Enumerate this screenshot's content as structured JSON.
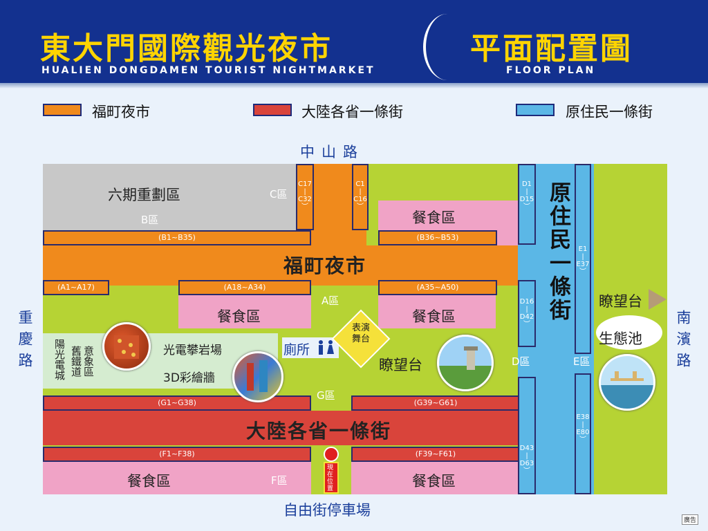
{
  "header": {
    "title_zh": "東大門國際觀光夜市",
    "title_en": "HUALIEN DONGDAMEN TOURIST NIGHTMARKET",
    "plan_zh": "平面配置圖",
    "plan_en": "FLOOR PLAN"
  },
  "legend": [
    {
      "label": "福町夜市",
      "color": "#f08a1c"
    },
    {
      "label": "大陸各省一條街",
      "color": "#d9443b"
    },
    {
      "label": "原住民一條街",
      "color": "#5bb7e6"
    }
  ],
  "colors": {
    "orange": "#f08a1c",
    "red": "#d9443b",
    "blue": "#5bb7e6",
    "green": "#b6d334",
    "pink": "#f0a3c6",
    "gray": "#c8c8c8",
    "header_bg": "#13318f",
    "title_yellow": "#ffd400"
  },
  "roads": {
    "north": "中山路",
    "south": "自由街停車場",
    "west": "重慶路",
    "east": "南濱路"
  },
  "zones": {
    "fuding_market": "福町夜市",
    "mainland_street": "大陸各省一條街",
    "aboriginal_street": "原住民一條街",
    "redevelopment": "六期重劃區",
    "a": "A區",
    "b": "B區",
    "c": "C區",
    "d": "D區",
    "e": "E區",
    "f": "F區",
    "g": "G區"
  },
  "stalls": {
    "b1": "(B1~B35)",
    "b2": "(B36~B53)",
    "a1": "(A1~A17)",
    "a2": "(A18~A34)",
    "a3": "(A35~A50)",
    "g1": "(G1~G38)",
    "g2": "(G39~G61)",
    "f1": "(F1~F38)",
    "f2": "(F39~F61)",
    "c1": [
      "C17",
      "C32"
    ],
    "c2": [
      "C1",
      "C16"
    ],
    "d1": [
      "D1",
      "D15"
    ],
    "d2": [
      "D16",
      "D42"
    ],
    "d3": [
      "D43",
      "D63"
    ],
    "e1": [
      "E1",
      "E37"
    ],
    "e2": [
      "E38",
      "E80"
    ]
  },
  "places": {
    "food": "餐食區",
    "toilet": "廁所",
    "stage": "表演舞台",
    "lookout": "瞭望台",
    "lookout_east": "瞭望台",
    "eco_pond": "生態池",
    "climbing": "光電攀岩場",
    "mural": "3D彩繪牆",
    "sun_city": "陽光電城",
    "old_rail": "舊鐵道",
    "imagery": "意象區",
    "you_are_here": "現在位置"
  },
  "footer": {
    "ad": "廣告"
  }
}
